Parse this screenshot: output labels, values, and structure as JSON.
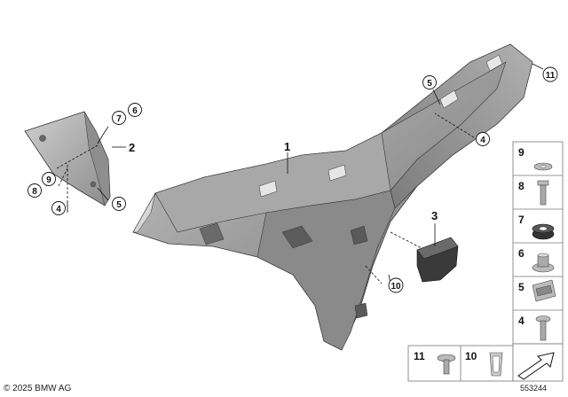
{
  "callouts": {
    "main_1": "1",
    "bracket_2": "2",
    "bracket_3": "3",
    "c4_left": "4",
    "c4_right": "4",
    "c5_left": "5",
    "c5_top": "5",
    "c6": "6",
    "c7": "7",
    "c8": "8",
    "c9": "9",
    "c10": "10",
    "c11": "11"
  },
  "legend": {
    "items": [
      "9",
      "8",
      "7",
      "6",
      "5",
      "4"
    ],
    "bottom_left": "11",
    "bottom_mid": "10"
  },
  "footer": {
    "copyright": "© 2025 BMW AG",
    "diagram_id": "553244"
  }
}
